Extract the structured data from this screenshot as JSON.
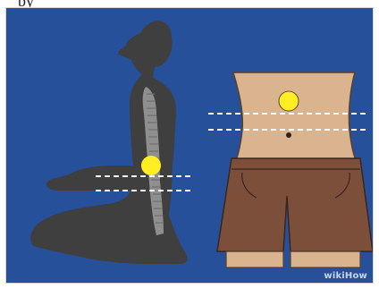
{
  "top_text": "by",
  "watermark_text": "wikiHow",
  "colors": {
    "background": "#27509a",
    "silhouette": "#3f3f3f",
    "spine": "#8f8f8f",
    "skin": "#d9b48f",
    "shorts": "#7c4f3a",
    "marker": "#ffee22",
    "guide_line": "#ffffff"
  },
  "figures": {
    "left": "kneeling-side-view-silhouette-with-spine",
    "right": "front-view-torso-with-navel"
  },
  "markers": [
    "lower-spine-point",
    "above-navel-point"
  ]
}
